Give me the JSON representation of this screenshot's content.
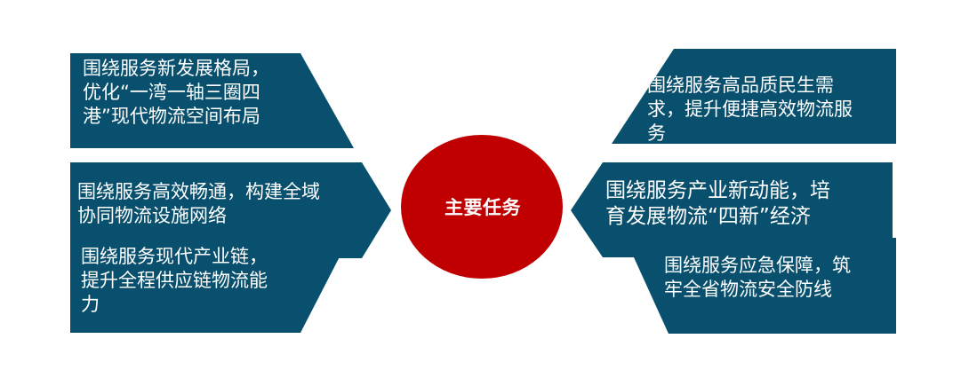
{
  "colors": {
    "panel": "#08506e",
    "center": "#c00000",
    "text": "#ffffff"
  },
  "center": {
    "label": "主要任务"
  },
  "tasks": [
    {
      "text": "围绕服务新发展格局，\n优化“一湾一轴三圈四\n港”现代物流空间布局"
    },
    {
      "text": "围绕服务高效畅通，构建全域\n协同物流设施网络"
    },
    {
      "text": "围绕服务现代产业链，\n提升全程供应链物流能\n力"
    },
    {
      "text": "围绕服务高品质民生需\n求，提升便捷高效物流服\n务"
    },
    {
      "text": "围绕服务产业新动能，培\n育发展物流“四新”经济"
    },
    {
      "text": "围绕服务应急保障，筑\n牢全省物流安全防线"
    }
  ]
}
